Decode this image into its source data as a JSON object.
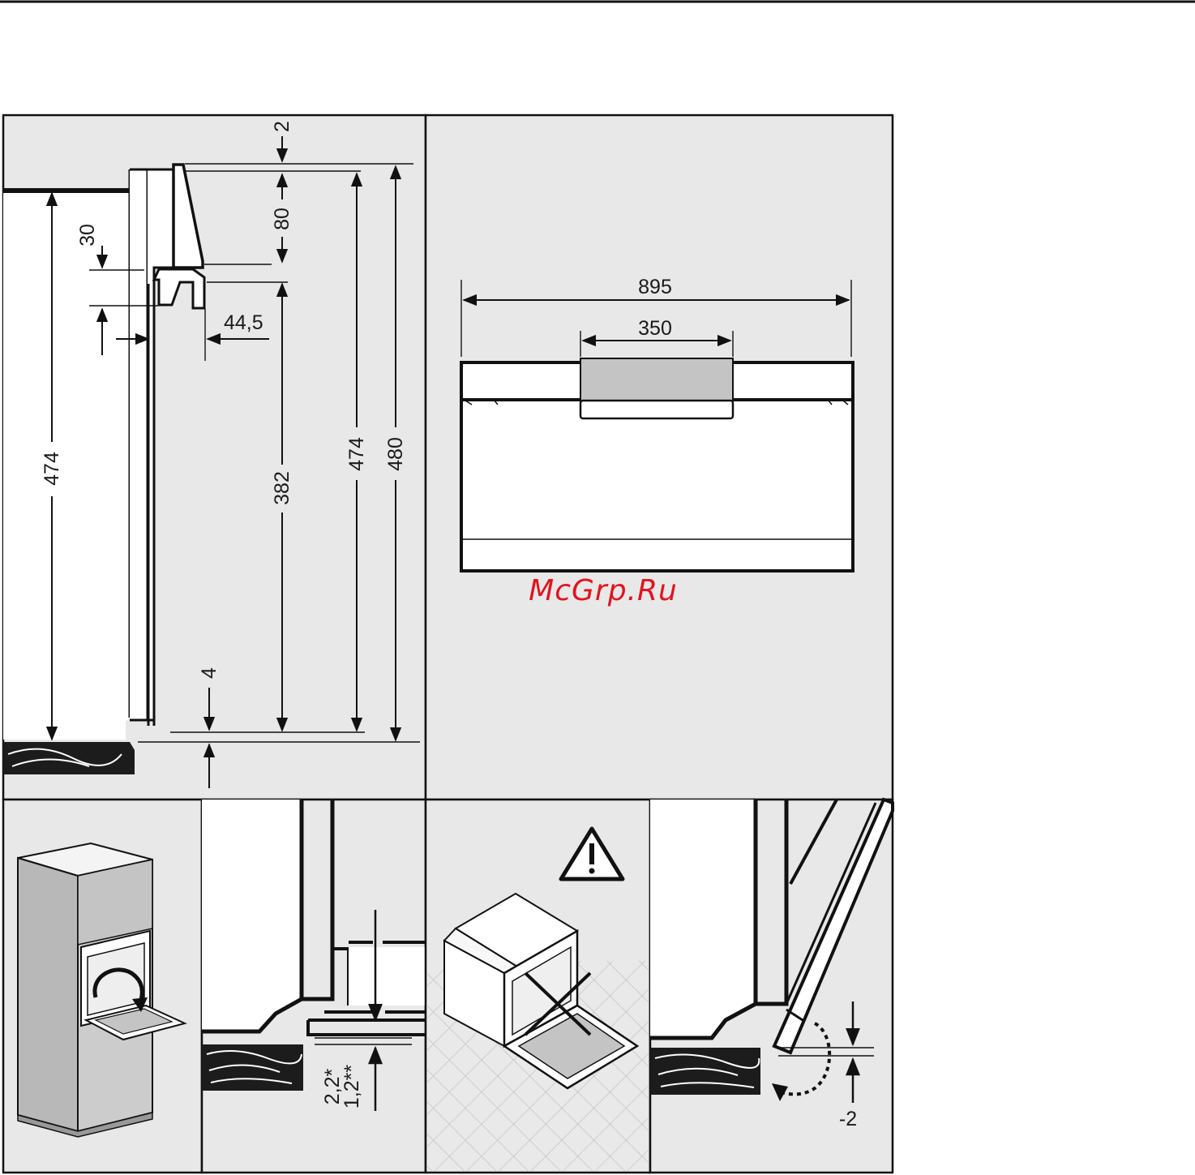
{
  "colors": {
    "panel_bg": "#e8e8e8",
    "line": "#111111",
    "appliance_fill": "#ffffff",
    "grey_fill": "#c4c4c4",
    "wood": "#1c1c1c",
    "watermark": "#e0141e"
  },
  "watermark": "McGrp.Ru",
  "side_view": {
    "dim_top_gap": "2",
    "dim_panel": "80",
    "dim_offset": "30",
    "dim_depth": "44,5",
    "dim_cabinet": "474",
    "dim_opening": "382",
    "dim_height": "474",
    "dim_total": "480",
    "dim_bottom": "4"
  },
  "front_view": {
    "dim_width": "895",
    "dim_panel_width": "350"
  },
  "detail_gap": {
    "line1": "2,2*",
    "line2": "1,2**"
  },
  "detail_tilt": {
    "value": "-2"
  },
  "icons": [
    "warning-triangle-icon",
    "rotate-arrow-icon",
    "cross-mark-icon"
  ]
}
